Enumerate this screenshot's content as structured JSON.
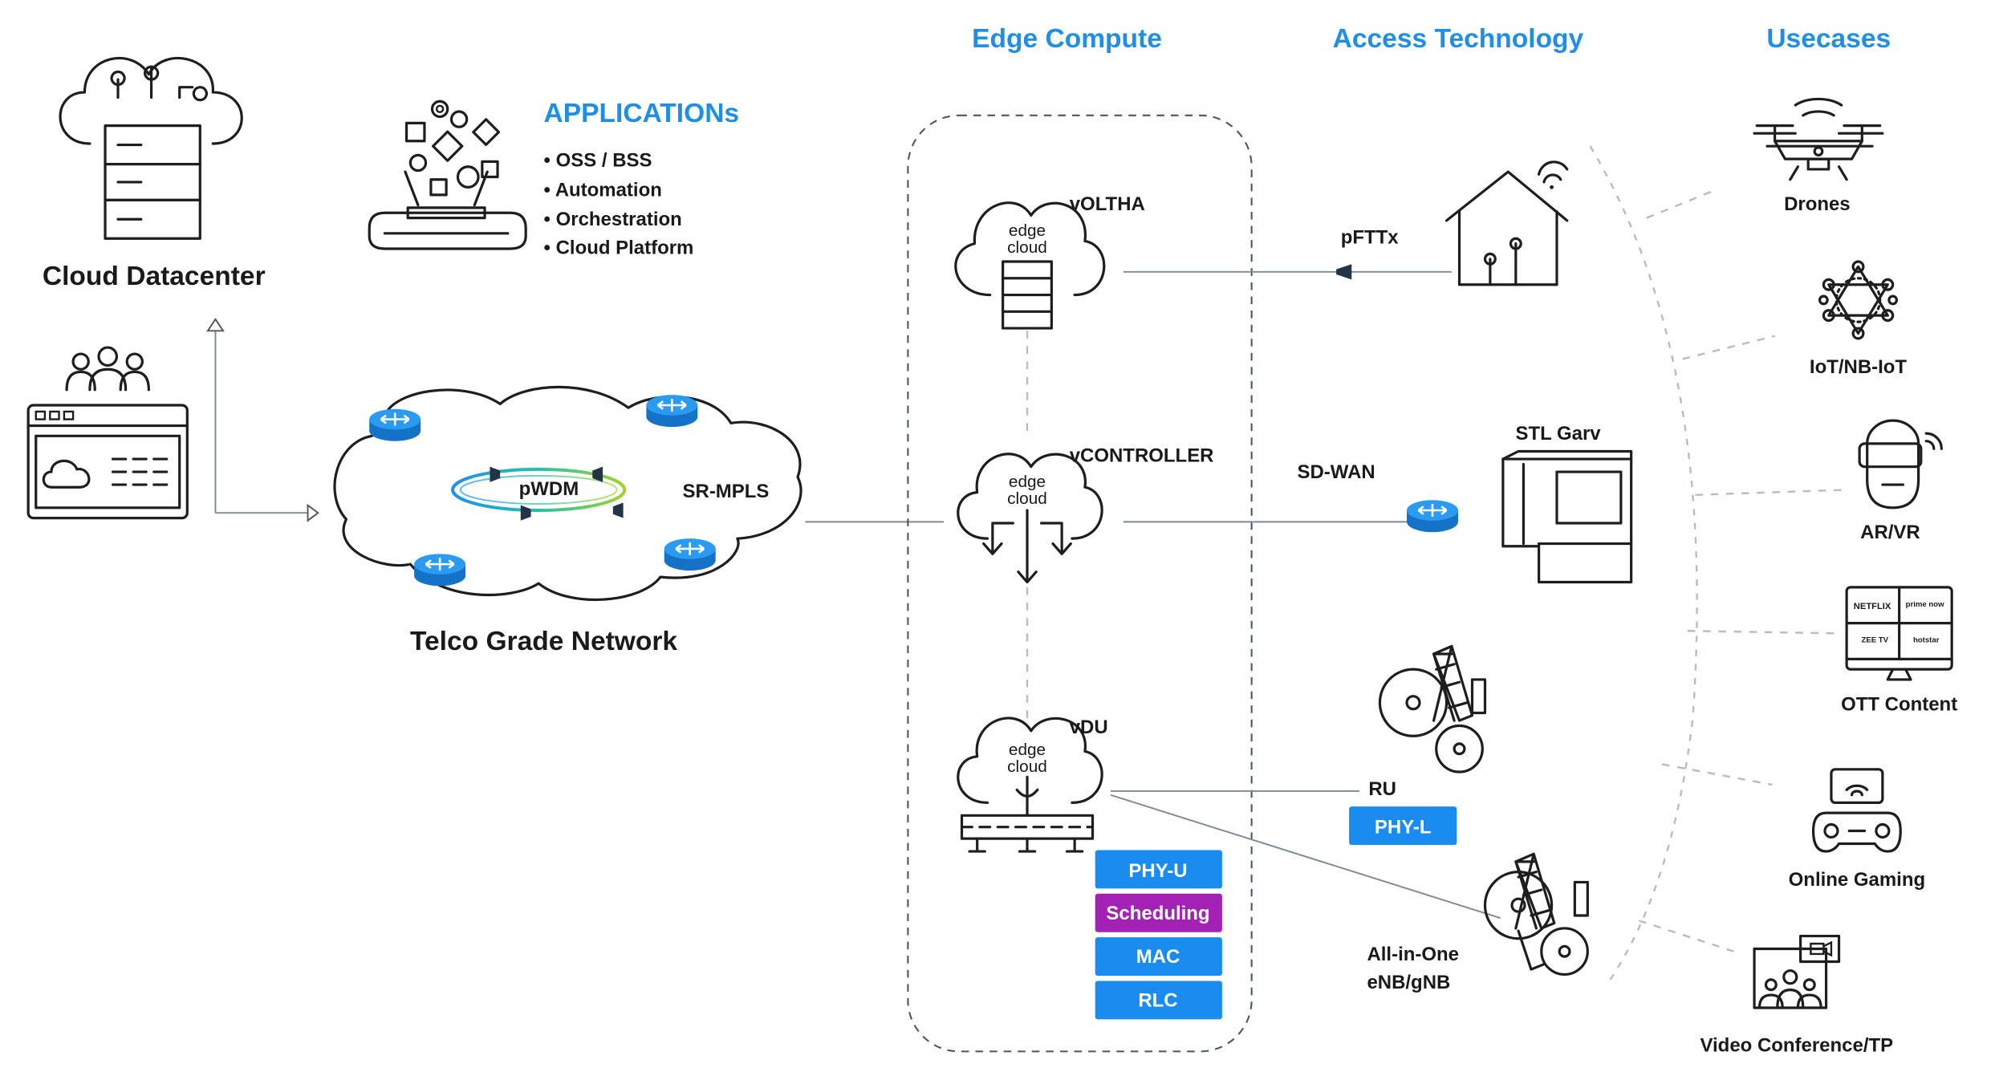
{
  "headers": {
    "edge_compute": "Edge Compute",
    "access_technology": "Access Technology",
    "usecases": "Usecases"
  },
  "left": {
    "cloud_datacenter": "Cloud Datacenter",
    "applications": {
      "title": "APPLICATIONs",
      "items": [
        "• OSS / BSS",
        "• Automation",
        "• Orchestration",
        "• Cloud Platform"
      ]
    },
    "network": {
      "title": "Telco Grade Network",
      "pwdm": "pWDM",
      "srmpls": "SR-MPLS"
    }
  },
  "edge": {
    "cloud_text_1": "edge",
    "cloud_text_2": "cloud",
    "voltha": "vOLTHA",
    "vcontroller": "vCONTROLLER",
    "vdu": "vDU",
    "stack": [
      "PHY-U",
      "Scheduling",
      "MAC",
      "RLC"
    ]
  },
  "access": {
    "pfttx": "pFTTx",
    "sdwan": "SD-WAN",
    "stl": "STL Garv",
    "ru": "RU",
    "phyl": "PHY-L",
    "allinone_1": "All-in-One",
    "allinone_2": "eNB/gNB"
  },
  "usecases": {
    "items": [
      "Drones",
      "IoT/NB-IoT",
      "AR/VR",
      "OTT Content",
      "Online Gaming",
      "Video Conference/TP"
    ],
    "ott_brands": [
      "NETFLIX",
      "prime now",
      "ZEE TV",
      "hotstar"
    ]
  },
  "colors": {
    "accent": "#1f8ee6",
    "chip_blue": "#1a8cf0",
    "chip_purple": "#a321b4",
    "router": "#1e90ee"
  }
}
